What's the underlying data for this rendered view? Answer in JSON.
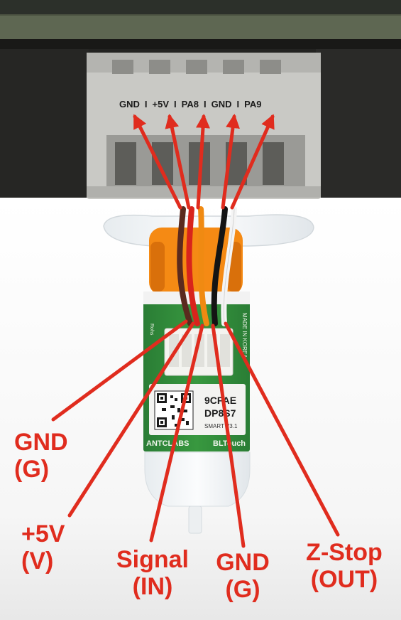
{
  "connector_pins": {
    "pin1": "GND",
    "pin2": "+5V",
    "pin3": "PA8",
    "pin4": "GND",
    "pin5": "PA9",
    "separator": "I"
  },
  "pcb_text": {
    "code_line1": "9CFAE",
    "code_line2": "DP8S7",
    "version": "SMART V3.1",
    "brand": "ANTCLABS",
    "product": "BLTouch",
    "made_in": "MADE IN KOREA",
    "side_marks": "Rohs"
  },
  "wire_labels": [
    {
      "line1": "GND",
      "line2": "(G)"
    },
    {
      "line1": "+5V",
      "line2": "(V)"
    },
    {
      "line1": "Signal",
      "line2": "(IN)"
    },
    {
      "line1": "GND",
      "line2": "(G)"
    },
    {
      "line1": "Z-Stop",
      "line2": "(OUT)"
    }
  ],
  "colors": {
    "arrow_red": "#e02c1e",
    "wire_brown": "#5a2a1e",
    "wire_red": "#d8241c",
    "wire_orange": "#f08a12",
    "wire_black": "#141414",
    "wire_white": "#f4f4f4",
    "pcb_green": "#2f8a3a",
    "board_dark": "#1e1e1c",
    "connector_grey": "#c8c8c4",
    "probe_orange": "#f58a14"
  }
}
